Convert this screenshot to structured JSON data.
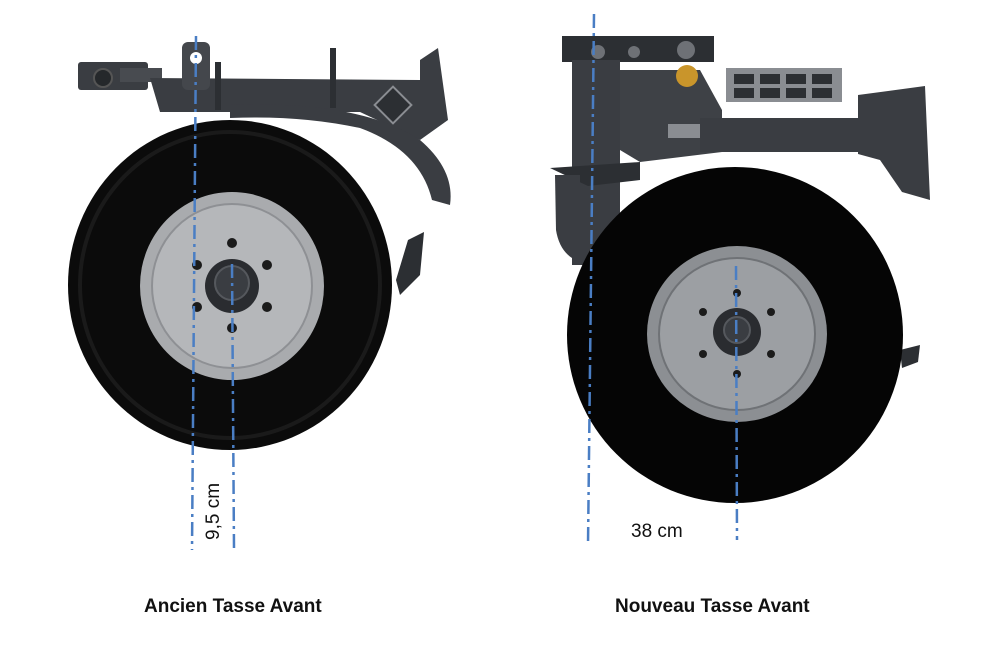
{
  "captions": {
    "old": "Ancien Tasse Avant",
    "new": "Nouveau Tasse Avant"
  },
  "measurements": {
    "old_offset": "9,5 cm",
    "new_offset": "38 cm"
  },
  "colors": {
    "axis_line": "#4a7ec4",
    "frame": "#3a3d42",
    "frame_dark": "#2c2f33",
    "tire": "#0b0b0b",
    "rim": "#a9abae",
    "hub": "#2a2c30",
    "tag": "#c9952b"
  }
}
